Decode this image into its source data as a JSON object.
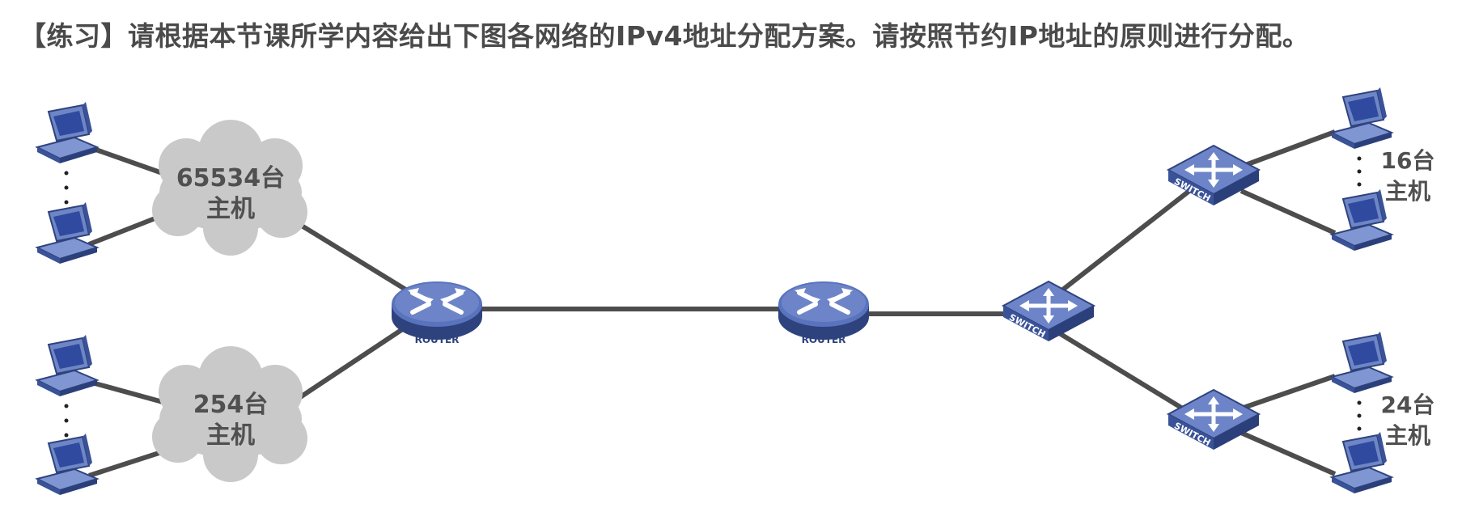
{
  "title": "【练习】请根据本节课所学内容给出下图各网络的IPv4地址分配方案。请按照节约IP地址的原则进行分配。",
  "colors": {
    "device_blue": "#4a64b0",
    "device_blue_dark": "#2e437e",
    "device_blue_light": "#7d93cf",
    "link": "#4d4d4d",
    "cloud": "#c9c9c9",
    "label": "#505050"
  },
  "clouds": [
    {
      "id": "net-a",
      "line1": "65534台",
      "line2": "主机"
    },
    {
      "id": "net-b",
      "line1": "254台",
      "line2": "主机"
    }
  ],
  "routers": [
    {
      "id": "router-left",
      "label": "ROUTER"
    },
    {
      "id": "router-right",
      "label": "ROUTER"
    }
  ],
  "switches": [
    {
      "id": "switch-core",
      "label": "SWITCH"
    },
    {
      "id": "switch-top",
      "label": "SWITCH"
    },
    {
      "id": "switch-bottom",
      "label": "SWITCH"
    }
  ],
  "host_groups": [
    {
      "id": "hosts-top-right",
      "line1": "16台",
      "line2": "主机"
    },
    {
      "id": "hosts-bottom-right",
      "line1": "24台",
      "line2": "主机"
    }
  ],
  "icons": [
    "computer-icon",
    "router-icon",
    "switch-icon",
    "cloud-shape"
  ]
}
